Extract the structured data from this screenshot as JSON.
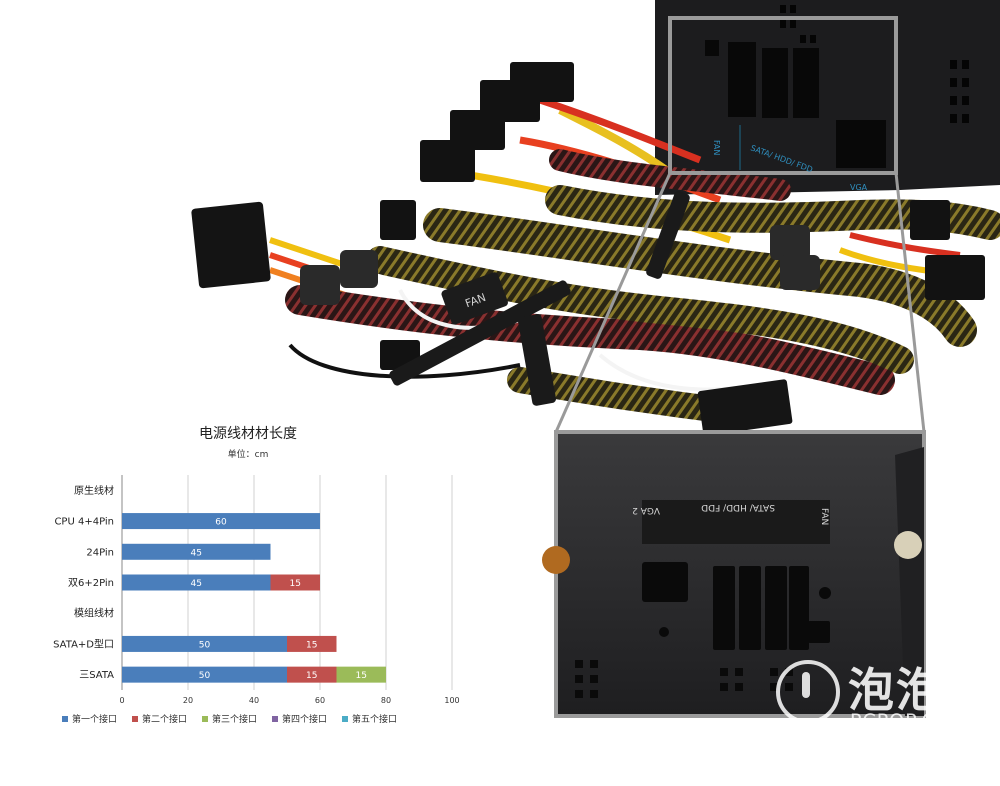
{
  "chart_data": {
    "type": "bar",
    "orientation": "horizontal",
    "stacked": true,
    "title": "电源线材材长度",
    "subtitle": "单位：cm",
    "categories": [
      "原生线材",
      "CPU 4+4Pin",
      "24Pin",
      "双6+2Pin",
      "模组线材",
      "SATA+D型口",
      "三SATA"
    ],
    "series": [
      {
        "name": "第一个接口",
        "color": "#4a7ebb",
        "values": [
          null,
          60,
          45,
          45,
          null,
          50,
          50
        ]
      },
      {
        "name": "第二个接口",
        "color": "#c0504d",
        "values": [
          null,
          null,
          null,
          15,
          null,
          15,
          15
        ]
      },
      {
        "name": "第三个接口",
        "color": "#9bbb59",
        "values": [
          null,
          null,
          null,
          null,
          null,
          null,
          15
        ]
      },
      {
        "name": "第四个接口",
        "color": "#8064a2",
        "values": [
          null,
          null,
          null,
          null,
          null,
          null,
          null
        ]
      },
      {
        "name": "第五个接口",
        "color": "#4bacc6",
        "values": [
          null,
          null,
          null,
          null,
          null,
          null,
          null
        ]
      }
    ],
    "xlim": [
      0,
      100
    ],
    "xticks": [
      0,
      20,
      40,
      60,
      80,
      100
    ],
    "grid": true,
    "legend_position": "bottom"
  },
  "photo_labels": {
    "fan_tag": "FAN",
    "panel_fan": "FAN",
    "panel_sata": "SATA/ HDD/ FDD",
    "panel_vga": "VGA 2",
    "panel_vga_top": "VGA"
  },
  "watermark": {
    "cn": "泡泡网",
    "en": "PCPOP.COM"
  }
}
